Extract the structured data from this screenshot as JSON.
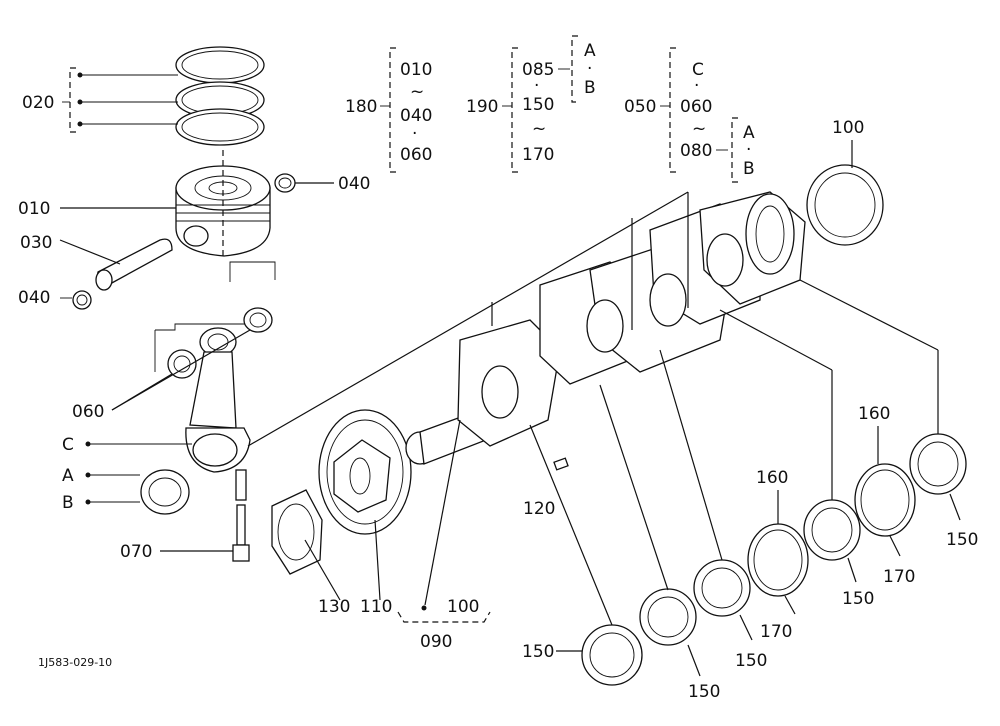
{
  "drawing_code": "1J583-029-10",
  "callouts": {
    "p020": "020",
    "p010": "010",
    "p030": "030",
    "p040a": "040",
    "p040b": "040",
    "p060": "060",
    "pC": "C",
    "pA": "A",
    "pB": "B",
    "p070": "070",
    "p130": "130",
    "p110": "110",
    "p100a": "100",
    "p090": "090",
    "p120": "120",
    "p100b": "100",
    "p150a": "150",
    "p150b": "150",
    "p150c": "150",
    "p150d": "150",
    "p150e": "150",
    "p160a": "160",
    "p160b": "160",
    "p170a": "170",
    "p170b": "170"
  },
  "groups": {
    "g180": {
      "label": "180",
      "items": [
        "010",
        "~",
        "040",
        "·",
        "060"
      ]
    },
    "g190": {
      "label": "190",
      "items": [
        "085",
        "·",
        "150",
        "~",
        "170"
      ],
      "sub": [
        "A",
        "·",
        "B"
      ]
    },
    "g050": {
      "label": "050",
      "items": [
        "C",
        "·",
        "060",
        "~",
        "080"
      ],
      "sub": [
        "A",
        "·",
        "B"
      ]
    }
  }
}
